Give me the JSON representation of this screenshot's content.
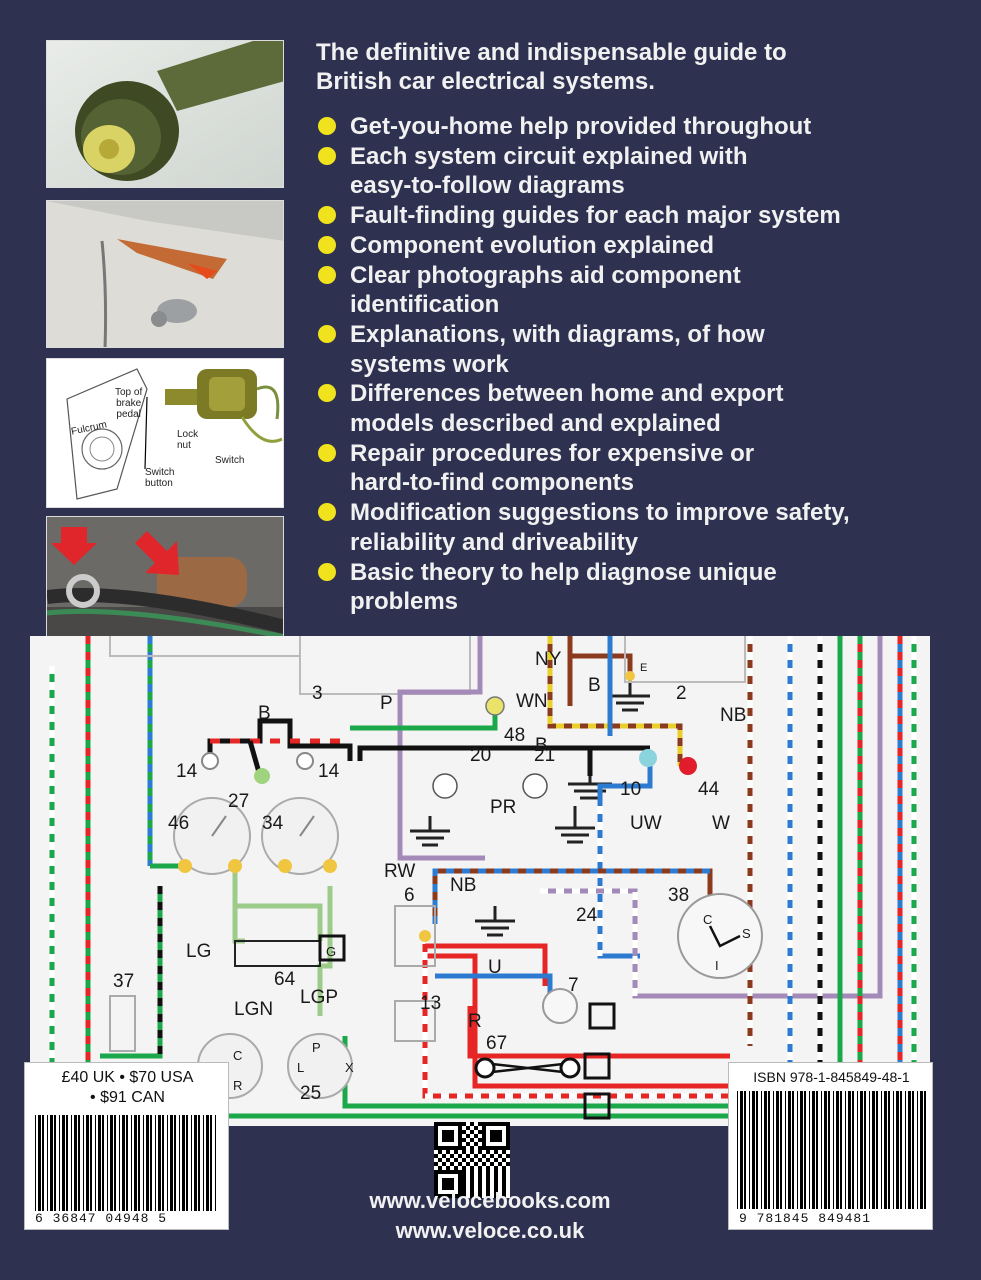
{
  "intro": {
    "line1": "The definitive and indispensable guide to",
    "line2": "British car electrical systems."
  },
  "bullets": [
    {
      "lines": [
        "Get-you-home help provided throughout"
      ]
    },
    {
      "lines": [
        "Each system circuit explained with",
        "easy-to-follow diagrams"
      ]
    },
    {
      "lines": [
        "Fault-finding guides for each major system"
      ]
    },
    {
      "lines": [
        "Component evolution explained"
      ]
    },
    {
      "lines": [
        "Clear photographs aid component",
        "identification"
      ]
    },
    {
      "lines": [
        "Explanations, with diagrams, of how",
        "systems work"
      ]
    },
    {
      "lines": [
        "Differences between home and export",
        "models described and explained"
      ]
    },
    {
      "lines": [
        "Repair procedures for expensive or",
        "hard-to-find components"
      ]
    },
    {
      "lines": [
        "Modification suggestions to improve safety,",
        "reliability and driveability"
      ]
    },
    {
      "lines": [
        "Basic theory to help diagnose unique",
        "problems"
      ]
    }
  ],
  "switch_diagram": {
    "top_of_brake_pedal": [
      "Top of",
      "brake",
      "pedal"
    ],
    "fulcrum": "Fulcrum",
    "lock_nut": [
      "Lock",
      "nut"
    ],
    "switch": "Switch",
    "switch_button": [
      "Switch",
      "button"
    ]
  },
  "wiring_labels": {
    "n3": "3",
    "b1": "B",
    "p": "P",
    "wn": "WN",
    "n48": "48",
    "b2": "B",
    "ny": "NY",
    "b3": "B",
    "n2": "2",
    "nb1": "NB",
    "n14a": "14",
    "n14b": "14",
    "n27": "27",
    "n34": "34",
    "n46": "46",
    "n20": "20",
    "n21": "21",
    "n10": "10",
    "n44": "44",
    "pr": "PR",
    "uw": "UW",
    "w": "W",
    "rw": "RW",
    "n6": "6",
    "nb2": "NB",
    "n24": "24",
    "n38": "38",
    "c1": "C",
    "s": "S",
    "i": "I",
    "lg": "LG",
    "g": "G",
    "n64": "64",
    "u": "U",
    "n7": "7",
    "n37": "37",
    "lgn": "LGN",
    "lgp": "LGP",
    "n13": "13",
    "r1": "R",
    "n67": "67",
    "c2": "C",
    "r2": "R",
    "l": "L",
    "x": "X",
    "pp": "P",
    "n25": "25",
    "e": "E"
  },
  "price": {
    "line1": "£40 UK • $70 USA",
    "line2": "• $91 CAN",
    "barcode_digits": "6  36847 04948  5"
  },
  "isbn": {
    "text": "ISBN 978-1-845849-48-1",
    "barcode_digits": "9 781845 849481"
  },
  "urls": {
    "url1": "www.velocebooks.com",
    "url2": "www.veloce.co.uk"
  },
  "colors": {
    "background": "#2e3150",
    "bullet_dot": "#f1e21e",
    "text": "#f1f1f1"
  }
}
